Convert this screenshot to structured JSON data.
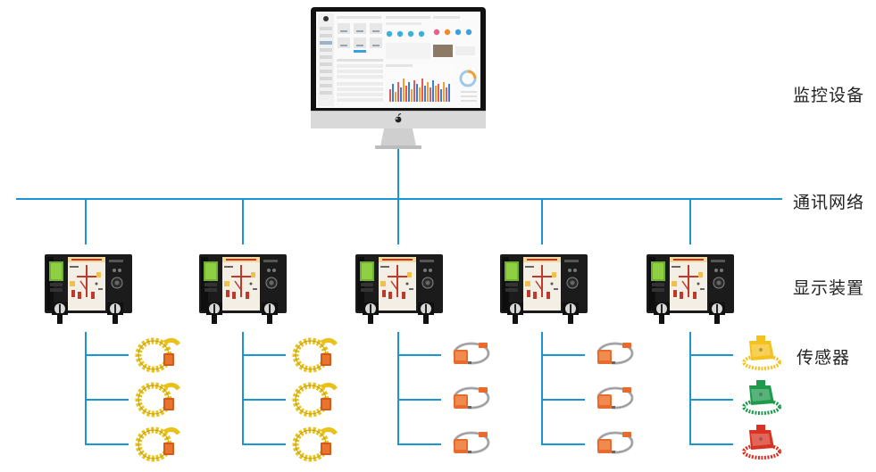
{
  "labels": {
    "monitoring": "监控设备",
    "network": "通讯网络",
    "display": "显示装置",
    "sensor": "传感器"
  },
  "colors": {
    "wire": "#1b94d2",
    "sensor_yellow_coil": "#e8c21a",
    "sensor_orange": "#e96a2c",
    "sensor_yellow_block": "#f4c21e",
    "sensor_green": "#1f9a4c",
    "sensor_red": "#d83222",
    "device_body": "#1b1b1b",
    "device_panel": "#f3efe4"
  },
  "columns": [
    {
      "device": "display-device",
      "sensor_type": "yellow-coil-sensor",
      "sensor_count": 3
    },
    {
      "device": "display-device",
      "sensor_type": "yellow-coil-sensor",
      "sensor_count": 3
    },
    {
      "device": "display-device",
      "sensor_type": "orange-clamp-sensor",
      "sensor_count": 3
    },
    {
      "device": "display-device",
      "sensor_type": "orange-clamp-sensor",
      "sensor_count": 3
    },
    {
      "device": "display-device",
      "sensor_type": [
        "yellow-block-sensor",
        "green-block-sensor",
        "red-block-sensor"
      ],
      "sensor_count": 3
    }
  ]
}
